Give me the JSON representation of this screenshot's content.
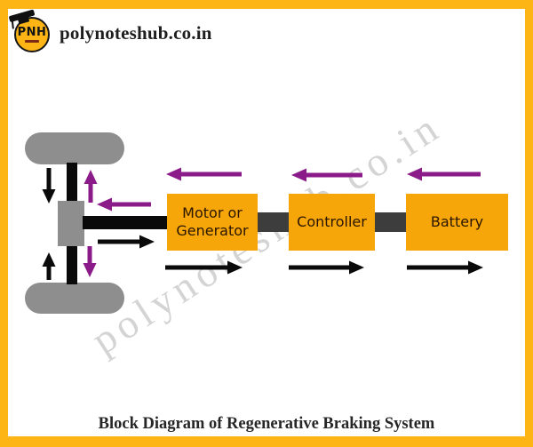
{
  "header": {
    "logo_monogram": "PNH",
    "site_name": "polynoteshub.co.in"
  },
  "watermark": "polynoteshub.co.in",
  "caption": "Block Diagram of Regenerative Braking System",
  "diagram": {
    "blocks": [
      {
        "id": "motor-generator",
        "label": "Motor or Generator"
      },
      {
        "id": "controller",
        "label": "Controller"
      },
      {
        "id": "battery",
        "label": "Battery"
      }
    ],
    "flows": [
      {
        "name": "regenerative-braking-flow",
        "direction": "right-to-left",
        "color": "#8B1B89"
      },
      {
        "name": "drive-power-flow",
        "direction": "left-to-right",
        "color": "#0A0A0A"
      }
    ]
  },
  "colors": {
    "accent-yellow": "#FCB515",
    "box-orange": "#F7A609",
    "purple": "#8B1B89",
    "wheel-gray": "#8E8E8E",
    "connector-gray": "#3D3D3D"
  }
}
